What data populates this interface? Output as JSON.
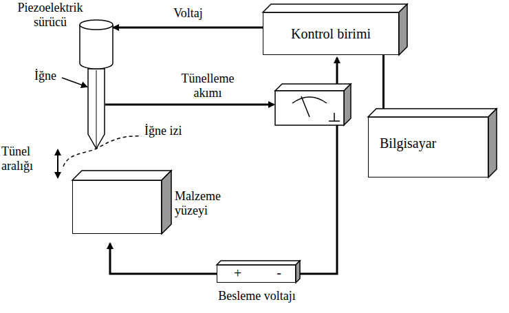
{
  "diagram": {
    "nodes": [
      {
        "text": [
          "Piezoelektrik sürücü"
        ]
      },
      {
        "text": [
          "Kontrol birimi"
        ]
      },
      {
        "text": [
          "Bilgisayar"
        ]
      },
      {
        "text": [
          "Malzeme yüzeyi"
        ]
      },
      {
        "text": [
          "+",
          "-",
          "Besleme voltajı"
        ]
      }
    ],
    "edges": [
      {
        "from": 1,
        "to": 0,
        "label": "Voltaj",
        "arrow": "to"
      },
      {
        "from": 1,
        "to": 2,
        "arrow": "to"
      },
      {
        "from": 4,
        "to": 3,
        "arrow": "to"
      }
    ],
    "labels": [
      "İğne",
      "Tünelleme akımı",
      "İğne izi",
      "Tünel aralığı"
    ]
  }
}
